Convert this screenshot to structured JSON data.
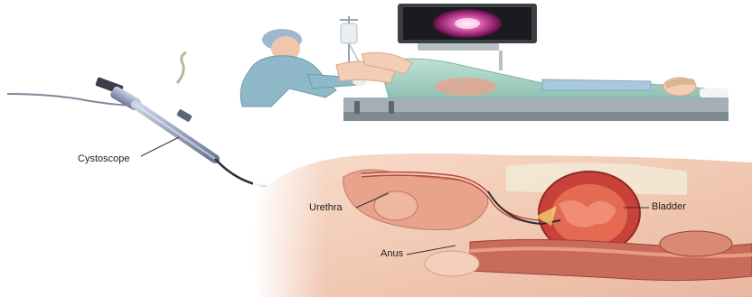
{
  "labels": {
    "cystoscope": "Cystoscope",
    "urethra": "Urethra",
    "bladder": "Bladder",
    "anus": "Anus"
  },
  "colors": {
    "label_text": "#222222",
    "leader_line": "#333333",
    "skin": "#f3cdb6",
    "tissue": "#e08c78",
    "bladder_wall": "#c9423a",
    "drape": "#a9d3c6",
    "scrubs": "#8fb8c9",
    "table": "#8a959c",
    "monitor_screen": "#c4378f"
  },
  "icons": {
    "monitor": "monitor-icon",
    "iv_bag": "iv-bag-icon",
    "surgeon": "surgeon-figure",
    "patient": "patient-figure",
    "cystoscope": "cystoscope-instrument"
  }
}
